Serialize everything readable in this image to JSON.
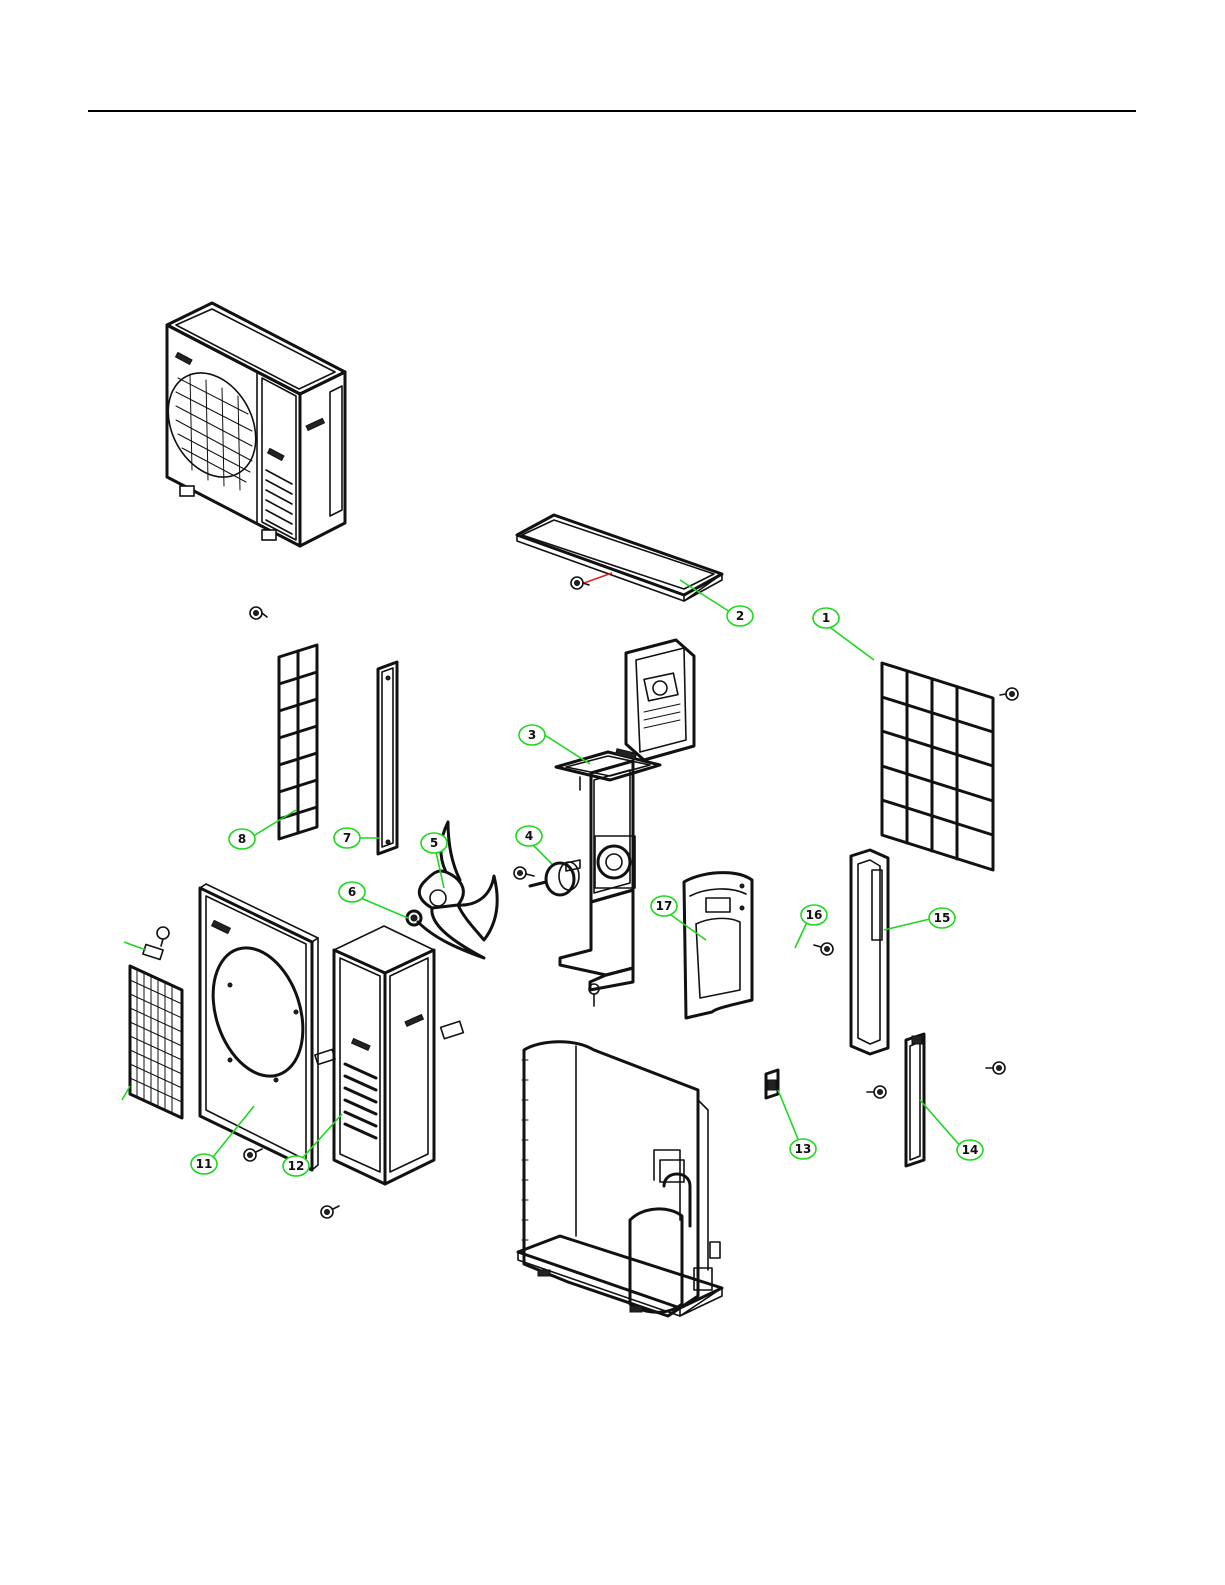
{
  "header": {
    "rule_color": "#000000"
  },
  "colors": {
    "callout": "#1ed81e",
    "leader_accent": "#e02020",
    "linework": "#111111"
  },
  "callouts": [
    {
      "id": "1",
      "label": "1"
    },
    {
      "id": "2",
      "label": "2"
    },
    {
      "id": "3",
      "label": "3"
    },
    {
      "id": "4",
      "label": "4"
    },
    {
      "id": "5",
      "label": "5"
    },
    {
      "id": "6",
      "label": "6"
    },
    {
      "id": "7",
      "label": "7"
    },
    {
      "id": "8",
      "label": "8"
    },
    {
      "id": "11",
      "label": "11"
    },
    {
      "id": "12",
      "label": "12"
    },
    {
      "id": "13",
      "label": "13"
    },
    {
      "id": "14",
      "label": "14"
    },
    {
      "id": "15",
      "label": "15"
    },
    {
      "id": "16",
      "label": "16"
    },
    {
      "id": "17",
      "label": "17"
    }
  ]
}
